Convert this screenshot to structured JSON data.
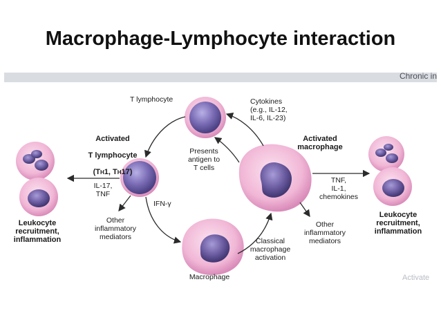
{
  "slide": {
    "title": "Macrophage-Lymphocyte interaction",
    "watermark": "Activate"
  },
  "figure": {
    "header_label": "Chronic in",
    "labels": {
      "t_lymphocyte": "T lymphocyte",
      "cytokines": "Cytokines\n(e.g., IL-12,\nIL-6,  IL-23)",
      "activated_t_line1": "Activated",
      "activated_t_line2": "T lymphocyte",
      "activated_t_line3_a": "(T",
      "activated_t_line3_sub1": "H",
      "activated_t_line3_b": "1, T",
      "activated_t_line3_sub2": "H",
      "activated_t_line3_c": "17)",
      "activated_macrophage": "Activated\nmacrophage",
      "presents_antigen": "Presents\nantigen to\nT cells",
      "il17_tnf": "IL-17,\nTNF",
      "tnf_il1": "TNF,\nIL-1,\nchemokines",
      "ifn_gamma": "IFN-γ",
      "other_mediators_left": "Other\ninflammatory\nmediators",
      "other_mediators_right": "Other\ninflammatory\nmediators",
      "leukocyte_left": "Leukocyte\nrecruitment,\ninflammation",
      "leukocyte_right": "Leukocyte\nrecruitment,\ninflammation",
      "classical_activation": "Classical\nmacrophage\nactivation",
      "macrophage": "Macrophage"
    }
  },
  "colors": {
    "cell_pink": "#f1b7d6",
    "cell_pink_dark": "#d98bb9",
    "nucleus_purple": "#6a5a9f",
    "nucleus_dark": "#3f3670",
    "arrow": "#2b2b2b"
  }
}
